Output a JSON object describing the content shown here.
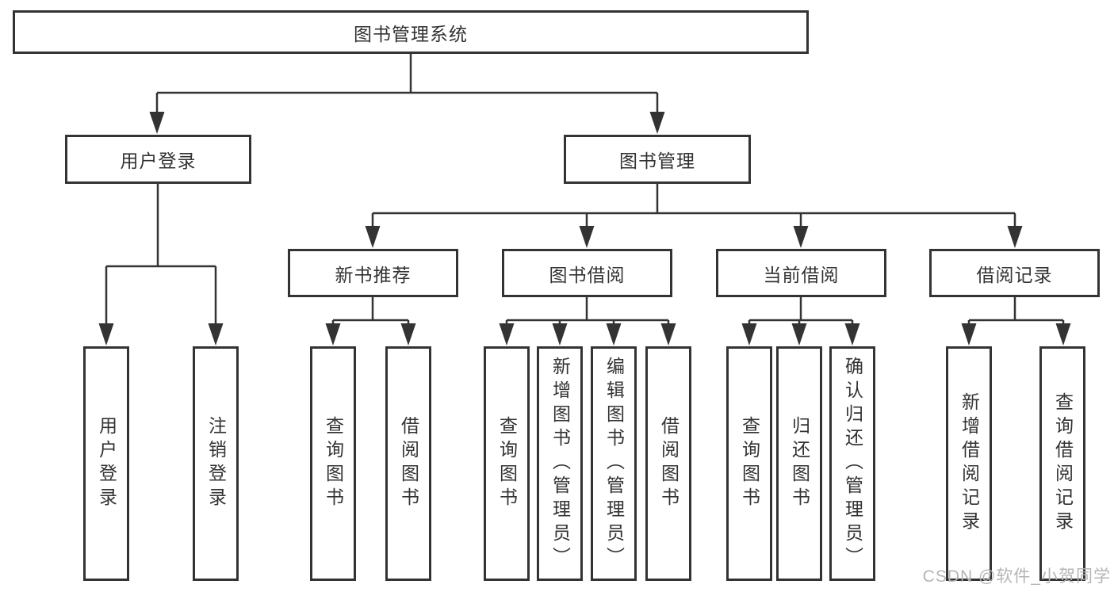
{
  "diagram": {
    "nodes": {
      "root": "图书管理系统",
      "login": "用户登录",
      "mgmt": "图书管理",
      "l3": [
        "新书推荐",
        "图书借阅",
        "当前借阅",
        "借阅记录"
      ],
      "login_children": [
        "用户登录",
        "注销登录"
      ],
      "recommend_children": [
        "查询图书",
        "借阅图书"
      ],
      "borrow_children": [
        "查询图书",
        "新增图书（管理员）",
        "编辑图书（管理员）",
        "借阅图书"
      ],
      "current_children": [
        "查询图书",
        "归还图书",
        "确认归还（管理员）"
      ],
      "record_children": [
        "新增借阅记录",
        "查询借阅记录"
      ]
    },
    "colors": {
      "line": "#333333",
      "box_border": "#333333",
      "text": "#333333",
      "background": "#ffffff",
      "watermark": "#b5b5b5"
    }
  },
  "watermark": {
    "text": "CSDN @软件_小贺同学"
  }
}
